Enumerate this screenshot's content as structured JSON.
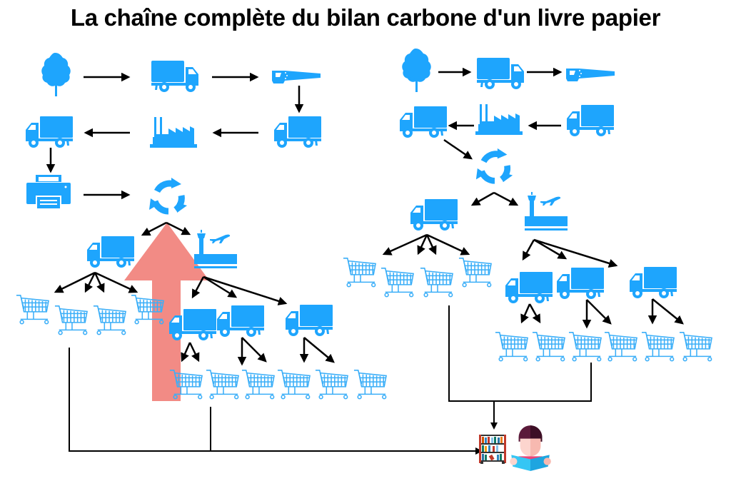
{
  "title": "La chaîne complète du bilan carbone d'un livre papier",
  "colors": {
    "icon": "#1ea5fd",
    "arrow": "#000000",
    "highlight_arrow": "#f28b85",
    "background": "#ffffff"
  },
  "icon_legend": {
    "tree": "forêt (arbre)",
    "truck": "transport routier",
    "saw": "scierie",
    "factory": "usine papetière",
    "printer": "imprimerie",
    "recycle": "plateforme de distribution",
    "airport": "transport aérien",
    "cart": "point de vente",
    "bookshelf": "bibliothèque / librairie",
    "reader": "lecteur"
  },
  "chains": [
    {
      "id": "left",
      "sequence": [
        "tree",
        "truck",
        "saw",
        "truck",
        "factory",
        "truck",
        "printer",
        "recycle"
      ],
      "branches": {
        "truck_to_carts": 4,
        "airport_to_trucks": 3,
        "trucks_to_carts": [
          2,
          2,
          2
        ]
      }
    },
    {
      "id": "right",
      "sequence": [
        "tree",
        "truck",
        "saw",
        "truck",
        "factory",
        "truck",
        "recycle"
      ],
      "branches": {
        "truck_to_carts": 4,
        "airport_to_trucks": 3,
        "trucks_to_carts": [
          2,
          2,
          2
        ]
      }
    }
  ],
  "destination": [
    "bookshelf",
    "reader"
  ]
}
